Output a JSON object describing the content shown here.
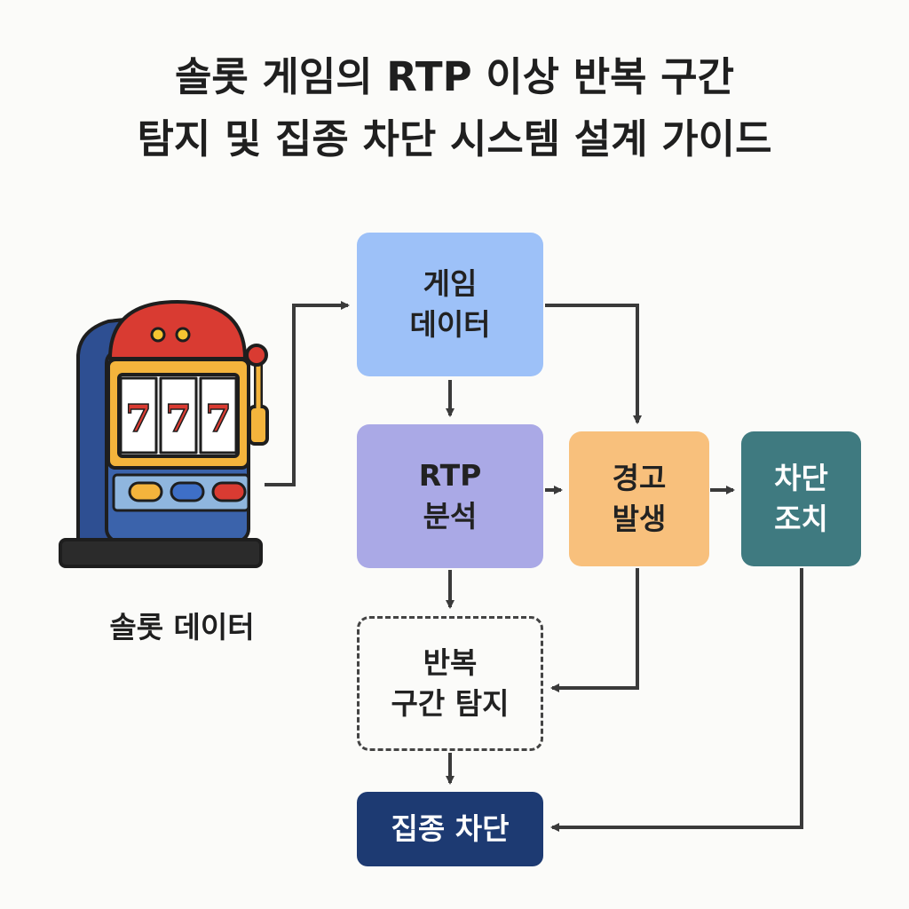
{
  "title": {
    "line1": "솔롯 게임의 RTP 이상 반복 구간",
    "line2": "탐지 및 집종 차단 시스템 설계 가이드"
  },
  "slot_machine": {
    "reel_symbols": [
      "7",
      "7",
      "7"
    ],
    "label": "솔롯 데이터"
  },
  "nodes": {
    "game_data": {
      "line1": "게임",
      "line2": "데이터"
    },
    "rtp_analysis": {
      "line1": "RTP",
      "line2": "분석"
    },
    "alert": {
      "line1": "경고",
      "line2": "발생"
    },
    "block_action": {
      "line1": "차단",
      "line2": "조치"
    },
    "repeat_detect": {
      "line1": "반복",
      "line2": "구간 탐지"
    },
    "focus_block": {
      "label": "집종 차단"
    }
  },
  "colors": {
    "game_data": "#9dc1f8",
    "rtp_analysis": "#aaa9e6",
    "alert": "#f8c07c",
    "block_action": "#3f7a80",
    "focus_block": "#1d3a72",
    "arrow": "#3a3a3a"
  }
}
